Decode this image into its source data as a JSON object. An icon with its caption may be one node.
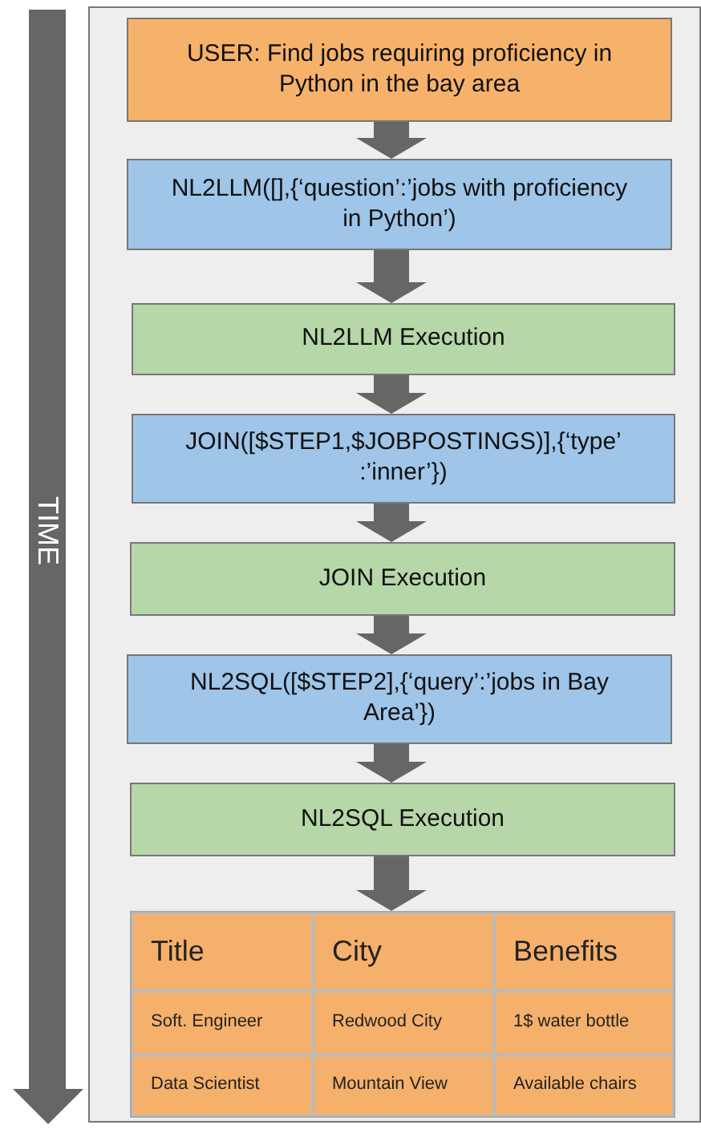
{
  "diagram": {
    "nodes": [
      {
        "text": [
          "USER: Find jobs requiring proficiency in Python in the bay area"
        ]
      },
      {
        "text": [
          "NL2LLM([],{‘question’:’jobs with proficiency in Python’)"
        ]
      },
      {
        "text": [
          "NL2LLM Execution"
        ]
      },
      {
        "text": [
          "JOIN([$STEP1,$JOBPOSTINGS)],{‘type’ :’inner’})"
        ]
      },
      {
        "text": [
          "JOIN Execution"
        ]
      },
      {
        "text": [
          "NL2SQL([$STEP2],{‘query’:’jobs in Bay Area’})"
        ]
      },
      {
        "text": [
          "NL2SQL Execution"
        ]
      },
      {
        "text": [
          "Title",
          "City",
          "Benefits",
          "Soft. Engineer",
          "Redwood City",
          "1$ water bottle",
          "Data Scientist",
          "Mountain View",
          "Available chairs"
        ]
      }
    ],
    "edges": [
      {
        "from": 0,
        "to": 1,
        "arrow": "to"
      },
      {
        "from": 1,
        "to": 2,
        "arrow": "to"
      },
      {
        "from": 2,
        "to": 3,
        "arrow": "to"
      },
      {
        "from": 3,
        "to": 4,
        "arrow": "to"
      },
      {
        "from": 4,
        "to": 5,
        "arrow": "to"
      },
      {
        "from": 5,
        "to": 6,
        "arrow": "to"
      },
      {
        "from": 6,
        "to": 7,
        "arrow": "to"
      }
    ],
    "labels": [
      "TIME"
    ]
  }
}
